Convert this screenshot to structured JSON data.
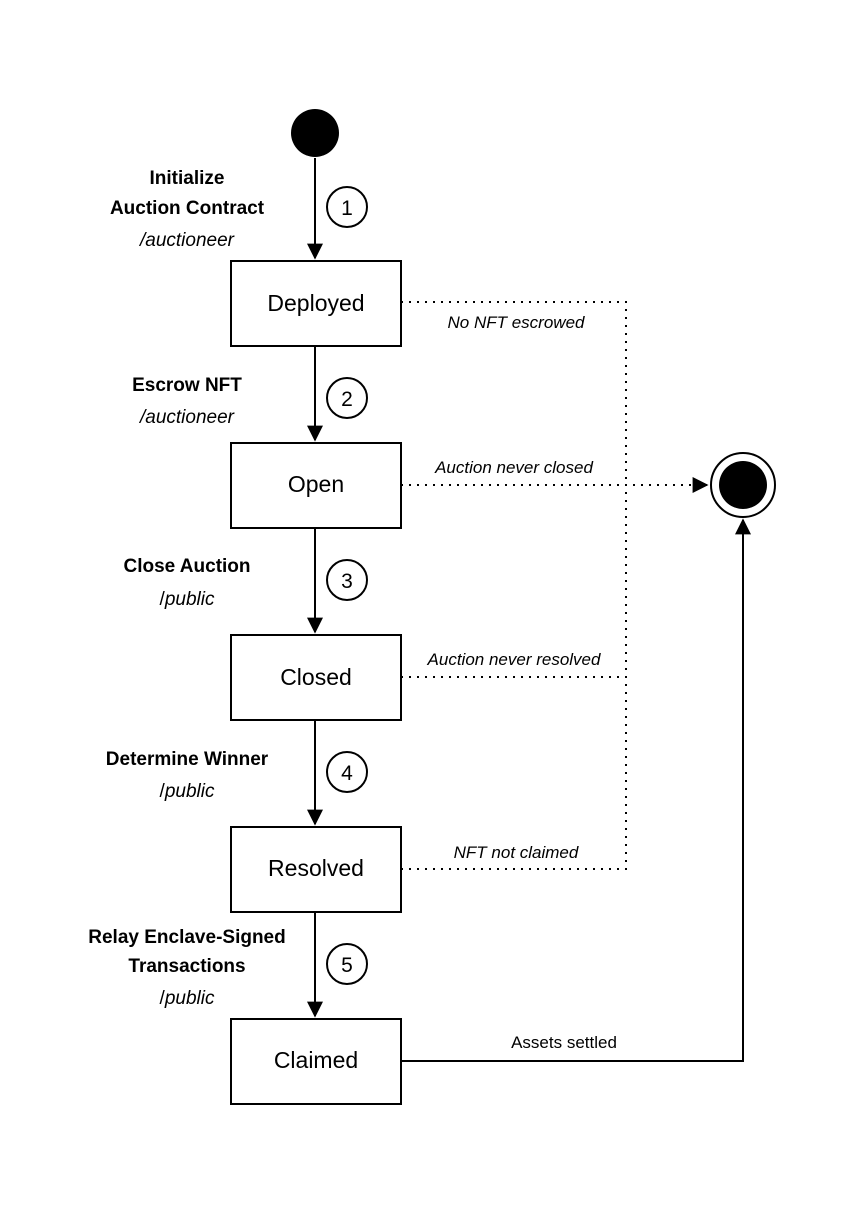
{
  "states": {
    "deployed": "Deployed",
    "open": "Open",
    "closed": "Closed",
    "resolved": "Resolved",
    "claimed": "Claimed"
  },
  "transitions": [
    {
      "step": "1",
      "action_lines": [
        "Initialize",
        "Auction Contract"
      ],
      "role": "/auctioneer"
    },
    {
      "step": "2",
      "action_lines": [
        "Escrow NFT"
      ],
      "role": "/auctioneer"
    },
    {
      "step": "3",
      "action_lines": [
        "Close Auction"
      ],
      "role_prefix": "/",
      "role_name": "public"
    },
    {
      "step": "4",
      "action_lines": [
        "Determine Winner"
      ],
      "role_prefix": "/",
      "role_name": "public"
    },
    {
      "step": "5",
      "action_lines": [
        "Relay Enclave-Signed",
        "Transactions"
      ],
      "role_prefix": "/",
      "role_name": "public"
    }
  ],
  "terminal_edges": {
    "no_nft_escrowed": "No NFT escrowed",
    "auction_never_closed": "Auction never closed",
    "auction_never_resolved": "Auction never resolved",
    "nft_not_claimed": "NFT not claimed",
    "assets_settled": "Assets settled"
  }
}
